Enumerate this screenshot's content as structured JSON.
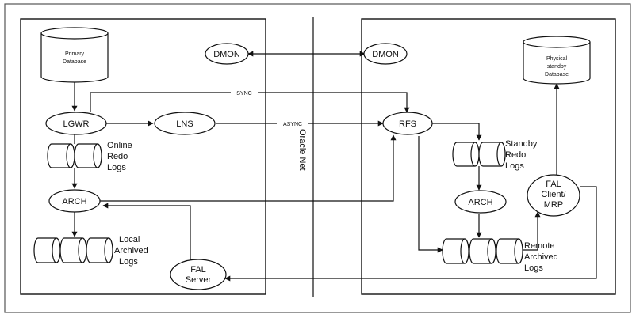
{
  "labels": {
    "primary_db": [
      "Primary",
      "Database"
    ],
    "standby_db": [
      "Physical",
      "standby",
      "Database"
    ],
    "dmon_left": "DMON",
    "dmon_right": "DMON",
    "lgwr": "LGWR",
    "lns": "LNS",
    "rfs": "RFS",
    "arch_left": "ARCH",
    "arch_right": "ARCH",
    "fal_server": [
      "FAL",
      "Server"
    ],
    "fal_client": [
      "FAL",
      "Client/",
      "MRP"
    ],
    "online_redo": [
      "Online",
      "Redo",
      "Logs"
    ],
    "standby_redo": [
      "Standby",
      "Redo",
      "Logs"
    ],
    "local_archived": [
      "Local",
      "Archived",
      "Logs"
    ],
    "remote_archived": [
      "Remote",
      "Archived",
      "Logs"
    ],
    "sync": "SYNC",
    "async": "ASYNC",
    "oracle_net": "Oracle Net"
  }
}
